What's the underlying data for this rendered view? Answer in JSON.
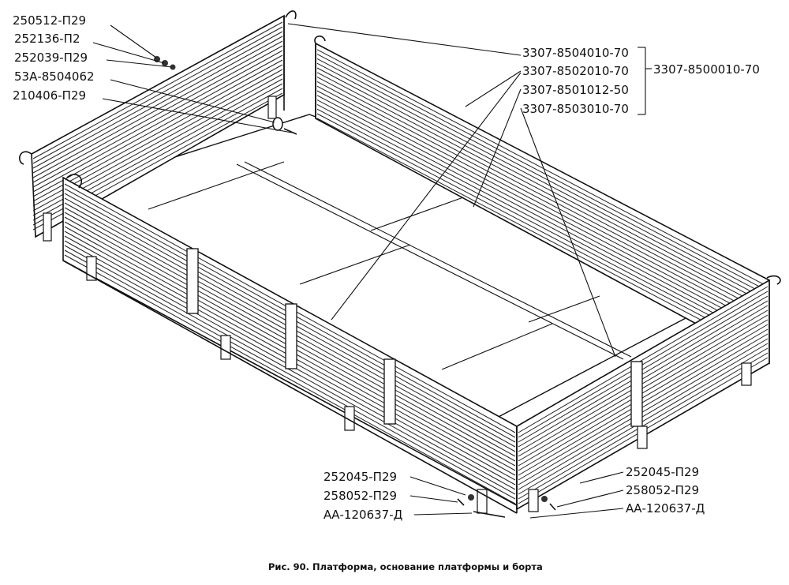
{
  "figure": {
    "caption": "Рис. 90. Платформа, основание платформы и борта"
  },
  "callouts": {
    "left": [
      "250512-П29",
      "252136-П2",
      "252039-П29",
      "53А-8504062",
      "210406-П29"
    ],
    "top_right": [
      "3307-8504010-70",
      "3307-8502010-70",
      "3307-8501012-50",
      "3307-8503010-70"
    ],
    "assembly": "3307-8500010-70",
    "bottom_left": [
      "252045-П29",
      "258052-П29",
      "АА-120637-Д"
    ],
    "bottom_right": [
      "252045-П29",
      "258052-П29",
      "АА-120637-Д"
    ]
  }
}
